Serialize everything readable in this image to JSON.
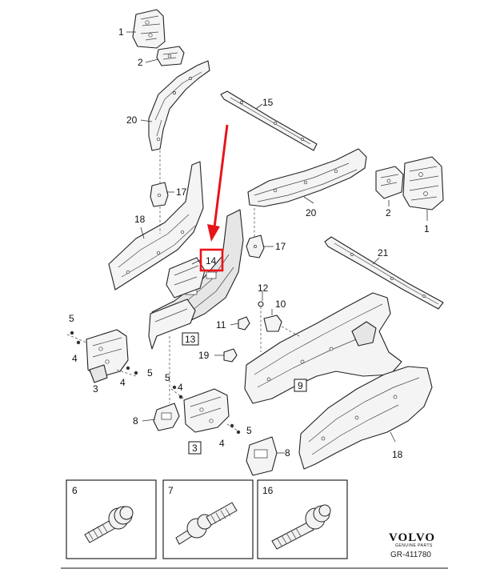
{
  "callouts": {
    "c1_top": "1",
    "c2_top": "2",
    "c20_left": "20",
    "c15": "15",
    "c17_left": "17",
    "c18_left": "18",
    "c14": "14",
    "c17_mid": "17",
    "c20_right": "20",
    "c2_right": "2",
    "c1_right": "1",
    "c21": "21",
    "c12": "12",
    "c10": "10",
    "c11": "11",
    "c13": "13",
    "c19": "19",
    "c9": "9",
    "c5_left_top": "5",
    "c4_left_top": "4",
    "c4_left_bottom": "4",
    "c5_left_bottom": "5",
    "c3_left": "3",
    "c5_mid": "5",
    "c4_mid_top": "4",
    "c8_left": "8",
    "c5_mid_right": "5",
    "c4_mid_bottom": "4",
    "c3_mid": "3",
    "c8_right": "8",
    "c18_right": "18"
  },
  "highlight": {
    "color": "#e8141b",
    "target_callout": "14"
  },
  "fastener_panels": [
    {
      "label": "6",
      "icon": "flange-bolt-icon"
    },
    {
      "label": "7",
      "icon": "stud-bolt-icon"
    },
    {
      "label": "16",
      "icon": "long-flange-bolt-icon"
    }
  ],
  "branding": {
    "logo_text": "VOLVO",
    "logo_subtext": "GENUINE PARTS",
    "reference": "GR-411780"
  }
}
